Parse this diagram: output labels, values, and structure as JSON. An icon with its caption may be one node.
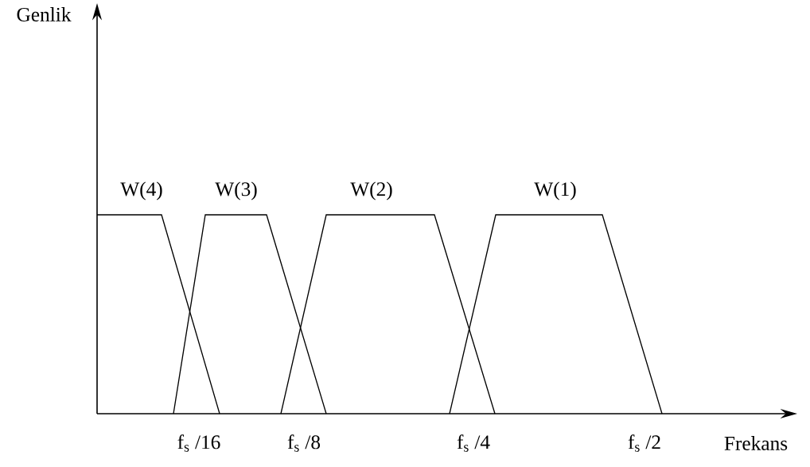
{
  "diagram": {
    "labels": [
      "Genlik",
      "W(4)",
      "W(3)",
      "W(2)",
      "W(1)",
      "f$_{s}$ /16",
      "f$_{s}$ /8",
      "f$_{s}$ /4",
      "f$_{s}$ /2",
      "Frekans"
    ]
  }
}
